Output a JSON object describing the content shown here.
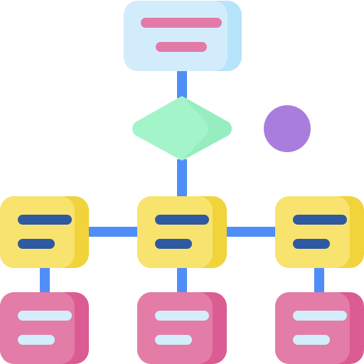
{
  "diagram": {
    "kind": "flowchart-icon",
    "colors": {
      "background": "#ffffff",
      "connector": "#4f8ef7",
      "top_box_fill": "#d3ecfb",
      "top_box_shade": "#b5e4fb",
      "top_box_lines": "#e27aa8",
      "decision_fill": "#a4f4c9",
      "decision_shade": "#8be7b7",
      "yellow_box_fill": "#f7e36e",
      "yellow_box_shade": "#f1d33b",
      "yellow_box_lines": "#2f59a0",
      "pink_box_fill": "#e37ca7",
      "pink_box_shade": "#db5b93",
      "pink_box_lines": "#d3edfb",
      "dot": "#a97ddc"
    },
    "nodes": [
      {
        "id": "start-box",
        "shape": "rounded-rect",
        "color": "light-blue",
        "text_lines": 2
      },
      {
        "id": "decision-diamond",
        "shape": "diamond",
        "color": "mint-green"
      },
      {
        "id": "process-box-left",
        "shape": "rounded-rect",
        "color": "yellow",
        "text_lines": 2
      },
      {
        "id": "process-box-center",
        "shape": "rounded-rect",
        "color": "yellow",
        "text_lines": 2
      },
      {
        "id": "process-box-right",
        "shape": "rounded-rect",
        "color": "yellow",
        "text_lines": 2
      },
      {
        "id": "output-box-left",
        "shape": "rounded-rect",
        "color": "pink",
        "text_lines": 2
      },
      {
        "id": "output-box-center",
        "shape": "rounded-rect",
        "color": "pink",
        "text_lines": 2
      },
      {
        "id": "output-box-right",
        "shape": "rounded-rect",
        "color": "pink",
        "text_lines": 2
      }
    ],
    "edges": [
      [
        "start-box",
        "decision-diamond"
      ],
      [
        "decision-diamond",
        "process-box-center"
      ],
      [
        "process-box-left",
        "process-box-center"
      ],
      [
        "process-box-center",
        "process-box-right"
      ],
      [
        "process-box-left",
        "output-box-left"
      ],
      [
        "process-box-center",
        "output-box-center"
      ],
      [
        "process-box-right",
        "output-box-right"
      ]
    ],
    "decoration": [
      {
        "id": "purple-dot",
        "shape": "circle",
        "color": "purple"
      }
    ]
  }
}
